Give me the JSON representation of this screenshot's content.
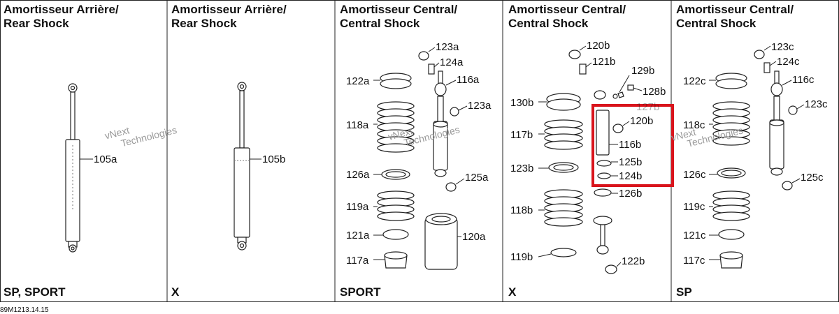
{
  "panels": [
    {
      "title_fr": "Amortisseur Arrière/",
      "title_en": "Rear Shock",
      "footer": "SP, SPORT",
      "labels": [
        "105a"
      ]
    },
    {
      "title_fr": "Amortisseur Arrière/",
      "title_en": "Rear Shock",
      "footer": "X",
      "labels": [
        "105b"
      ]
    },
    {
      "title_fr": "Amortisseur Central/",
      "title_en": "Central Shock",
      "footer": "SPORT",
      "labels": [
        "123a",
        "124a",
        "116a",
        "123a",
        "122a",
        "118a",
        "126a",
        "125a",
        "119a",
        "121a",
        "120a",
        "117a"
      ]
    },
    {
      "title_fr": "Amortisseur Central/",
      "title_en": "Central Shock",
      "footer": "X",
      "labels": [
        "120b",
        "121b",
        "129b",
        "128b",
        "130b",
        "127b",
        "120b",
        "117b",
        "116b",
        "125b",
        "123b",
        "124b",
        "126b",
        "118b",
        "119b",
        "122b"
      ]
    },
    {
      "title_fr": "Amortisseur Central/",
      "title_en": "Central Shock",
      "footer": "SP",
      "labels": [
        "123c",
        "124c",
        "122c",
        "116c",
        "123c",
        "118c",
        "126c",
        "125c",
        "119c",
        "121c",
        "117c"
      ]
    }
  ],
  "watermark": {
    "line1": "vNext",
    "line2": "Technologies"
  },
  "diagram_code": "89M1213.14.15",
  "colors": {
    "highlight": "#d9141c",
    "line": "#222222",
    "watermark": "#c8c8c8"
  }
}
